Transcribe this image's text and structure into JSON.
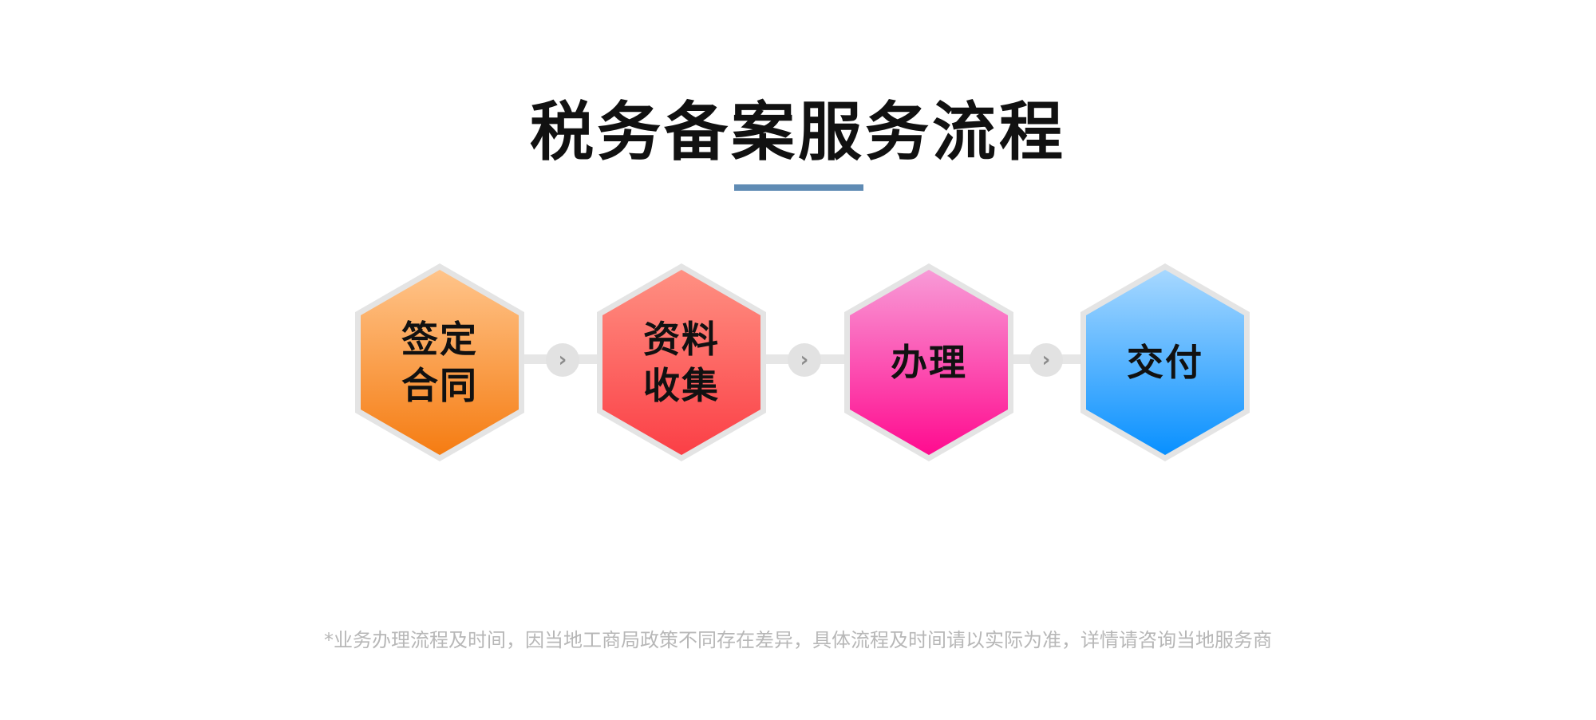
{
  "title": "税务备案服务流程",
  "colors": {
    "title_underline": "#5f8bb4",
    "connector": "#e6e6e6",
    "arrow_circle": "#e2e2e2",
    "hex_border": "#e4e4e4",
    "footnote_text": "#b7b7b7"
  },
  "steps": [
    {
      "label": "签定\n合同",
      "gradient_top": "#ffc48a",
      "gradient_bottom": "#f57c12"
    },
    {
      "label": "资料\n收集",
      "gradient_top": "#ff9082",
      "gradient_bottom": "#fb3f46"
    },
    {
      "label": "办理",
      "gradient_top": "#f89bd7",
      "gradient_bottom": "#ff0b8f"
    },
    {
      "label": "交付",
      "gradient_top": "#a7d8ff",
      "gradient_bottom": "#0890ff"
    }
  ],
  "arrow_icon": "chevron-right-icon",
  "footnote": "*业务办理流程及时间，因当地工商局政策不同存在差异，具体流程及时间请以实际为准，详情请咨询当地服务商"
}
